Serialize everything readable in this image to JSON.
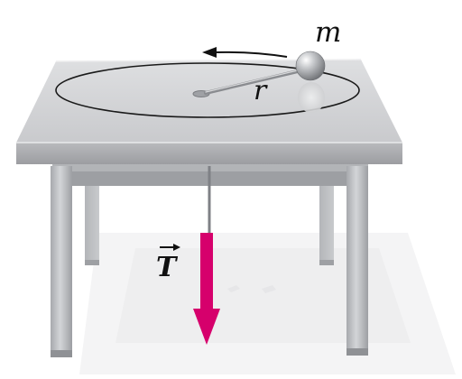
{
  "labels": {
    "mass": "m",
    "radius": "r",
    "tension": "T"
  },
  "colors": {
    "tension_arrow": "#d6006c",
    "table_top": "#d2d3d5",
    "table_edge": "#a9aaad",
    "table_legs": "#bfc1c4",
    "orbit_line": "#1a1a1a",
    "ball": "#b8babd"
  },
  "icons": {
    "motion_direction": "curved-arrow-left-icon",
    "tension_vector": "vector-arrow-icon"
  }
}
